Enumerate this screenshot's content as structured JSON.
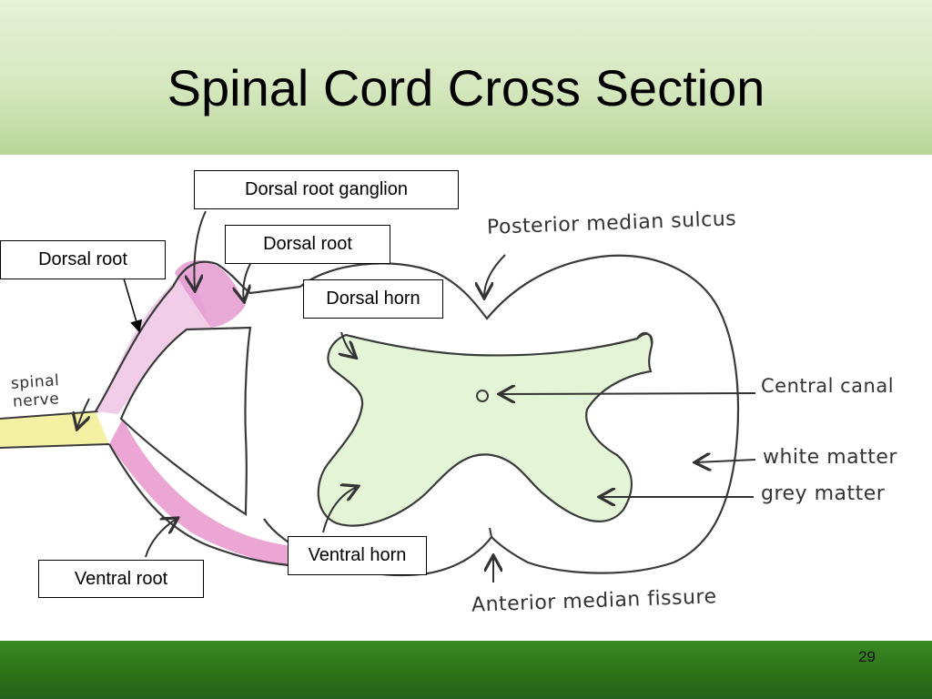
{
  "slide": {
    "title": "Spinal Cord Cross Section",
    "number": "29"
  },
  "labels": {
    "dorsal_root_ganglion": "Dorsal root ganglion",
    "dorsal_root_top": "Dorsal root",
    "dorsal_root_left": "Dorsal root",
    "dorsal_horn": "Dorsal horn",
    "ventral_horn": "Ventral horn",
    "ventral_root": "Ventral root"
  },
  "handwritten": {
    "posterior_median_sulcus": "Posterior median sulcus",
    "central_canal": "Central canal",
    "white_matter": "white matter",
    "grey_matter": "grey matter",
    "anterior_median_fissure": "Anterior median fissure",
    "spinal_nerve_line1": "spinal",
    "spinal_nerve_line2": "nerve"
  },
  "colors": {
    "header_green": "#d6e8c0",
    "footer_green": "#2e7419",
    "grey_matter_fill": "#e3f5d6",
    "root_pink": "#e9a6d6",
    "nerve_yellow": "#f4ef9a",
    "outline": "#3a3a3a"
  }
}
